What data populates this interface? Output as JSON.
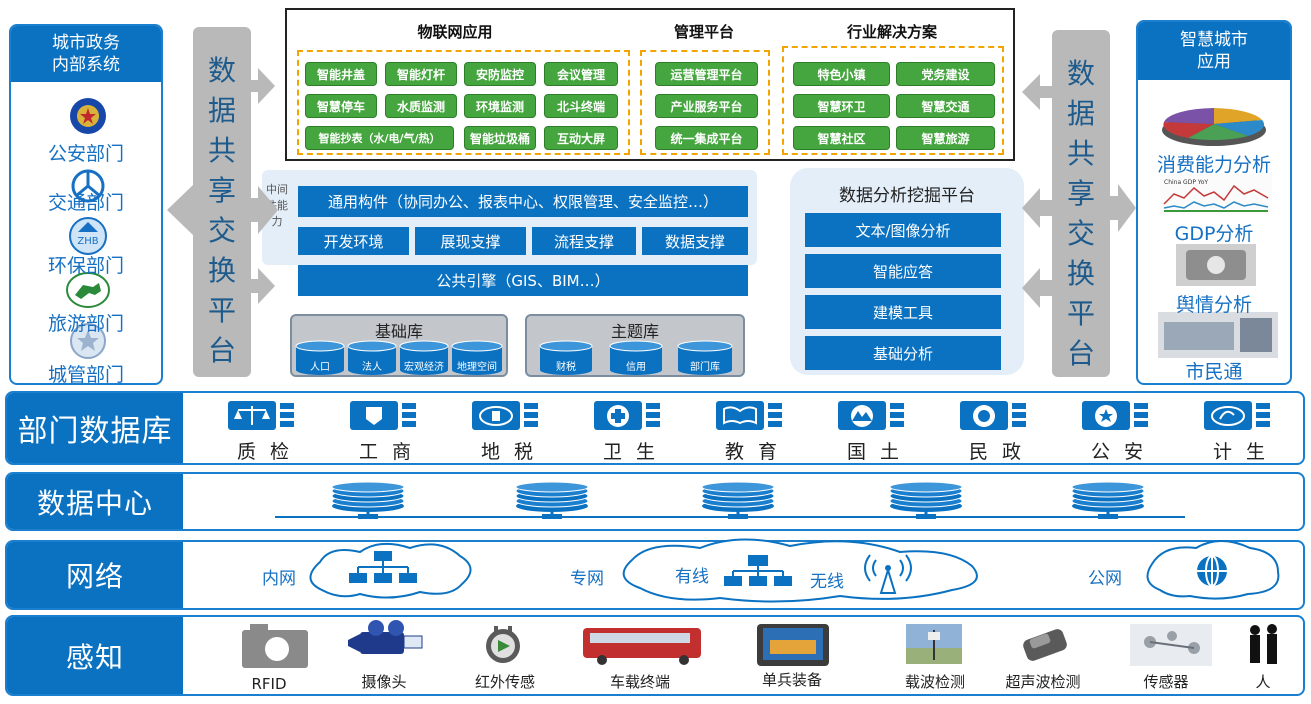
{
  "iot": {
    "title": "物联网应用",
    "items": [
      "智能井盖",
      "智能灯杆",
      "安防监控",
      "会议管理",
      "智慧停车",
      "水质监测",
      "环境监测",
      "北斗终端",
      "智能抄表（水/电/气/热）",
      "智能垃圾桶",
      "互动大屏"
    ]
  },
  "mgmt": {
    "title": "管理平台",
    "items": [
      "运营管理平台",
      "产业服务平台",
      "统一集成平台"
    ]
  },
  "industry": {
    "title": "行业解决方案",
    "items": [
      "特色小镇",
      "党务建设",
      "智慧环卫",
      "智慧交通",
      "智慧社区",
      "智慧旅游"
    ]
  },
  "middleware": {
    "side_label": "中间件能力",
    "row1": "通用构件（协同办公、报表中心、权限管理、安全监控…）",
    "row2": [
      "开发环境",
      "展现支撑",
      "流程支撑",
      "数据支撑"
    ],
    "row3": "公共引擎（GIS、BIM…）"
  },
  "base_db": {
    "title": "基础库",
    "items": [
      "人口",
      "法人",
      "宏观经济",
      "地理空间"
    ]
  },
  "theme_db": {
    "title": "主题库",
    "items": [
      "财税",
      "信用",
      "部门库"
    ]
  },
  "analytics": {
    "title": "数据分析挖掘平台",
    "items": [
      "文本/图像分析",
      "智能应答",
      "建模工具",
      "基础分析"
    ]
  },
  "exchange": {
    "chars": [
      "数",
      "据",
      "共",
      "享",
      "交",
      "换",
      "平",
      "台"
    ]
  },
  "left_panel": {
    "title_line1": "城市政务",
    "title_line2": "内部系统",
    "items": [
      "公安部门",
      "交通部门",
      "环保部门",
      "旅游部门",
      "城管部门"
    ]
  },
  "right_panel": {
    "title_line1": "智慧城市",
    "title_line2": "应用",
    "items": [
      "消费能力分析",
      "GDP分析",
      "舆情分析",
      "市民通"
    ],
    "chart_caption": "China GDP YoY"
  },
  "dept_db": {
    "label": "部门数据库",
    "items": [
      "质检",
      "工商",
      "地税",
      "卫生",
      "教育",
      "国土",
      "民政",
      "公安",
      "计生"
    ]
  },
  "data_center": {
    "label": "数据中心"
  },
  "network": {
    "label": "网络",
    "items": {
      "intranet": "内网",
      "private": "专网",
      "wired": "有线",
      "wireless": "无线",
      "public": "公网"
    }
  },
  "sensing": {
    "label": "感知",
    "items": [
      "RFID",
      "摄像头",
      "红外传感",
      "车载终端",
      "单兵装备",
      "载波检测",
      "超声波检测",
      "传感器",
      "人"
    ]
  },
  "colors": {
    "primary": "#0b72c2",
    "green": "#45a53e",
    "dash": "#f2a500",
    "gray": "#b9b9b9"
  }
}
